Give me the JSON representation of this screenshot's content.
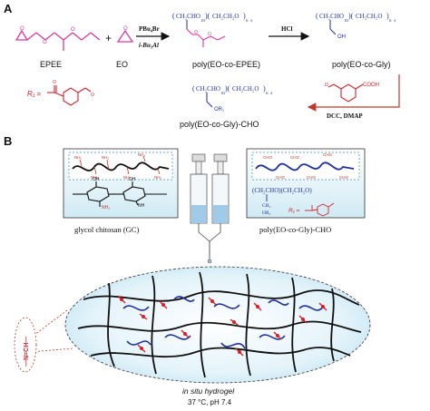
{
  "panel_a": {
    "letter": "A",
    "monomer1": "EPEE",
    "plus": "+",
    "monomer2": "EO",
    "reagent1": "PBu₄Br",
    "reagent2": "i-Bu₃Al",
    "product1": "poly(EO-co-EPEE)",
    "reagent_hcl": "HCl",
    "product2": "poly(EO-co-Gly)",
    "reagent_dcc": "DCC, DMAP",
    "product3": "poly(EO-co-Gly)-CHO",
    "r1_label": "R₁ =",
    "oh_label": "OH",
    "or1_label": "OR₁",
    "cooh_label": "COOH",
    "n_label": "n",
    "m_label": "m",
    "x_label": "x"
  },
  "panel_b": {
    "letter": "B",
    "gc_label": "glycol chitosan (GC)",
    "pcho_label": "poly(EO-co-Gly)-CHO",
    "r1_label": "R₁ =",
    "imine_label": "—N=CH—",
    "hydrogel_label": "in situ hydrogel",
    "conditions": "37 °C, pH 7.4",
    "nh2": "NH₂",
    "cho": "CHO",
    "or1": "OR₁",
    "ch2": "CH₂",
    "oh": "OH",
    "nh": "NH"
  },
  "colors": {
    "blue": "#1f2f9e",
    "magenta": "#d63aa0",
    "red": "#d2232a",
    "cyan_box": "#d9f0f7",
    "dark_red": "#8b1a1a"
  }
}
